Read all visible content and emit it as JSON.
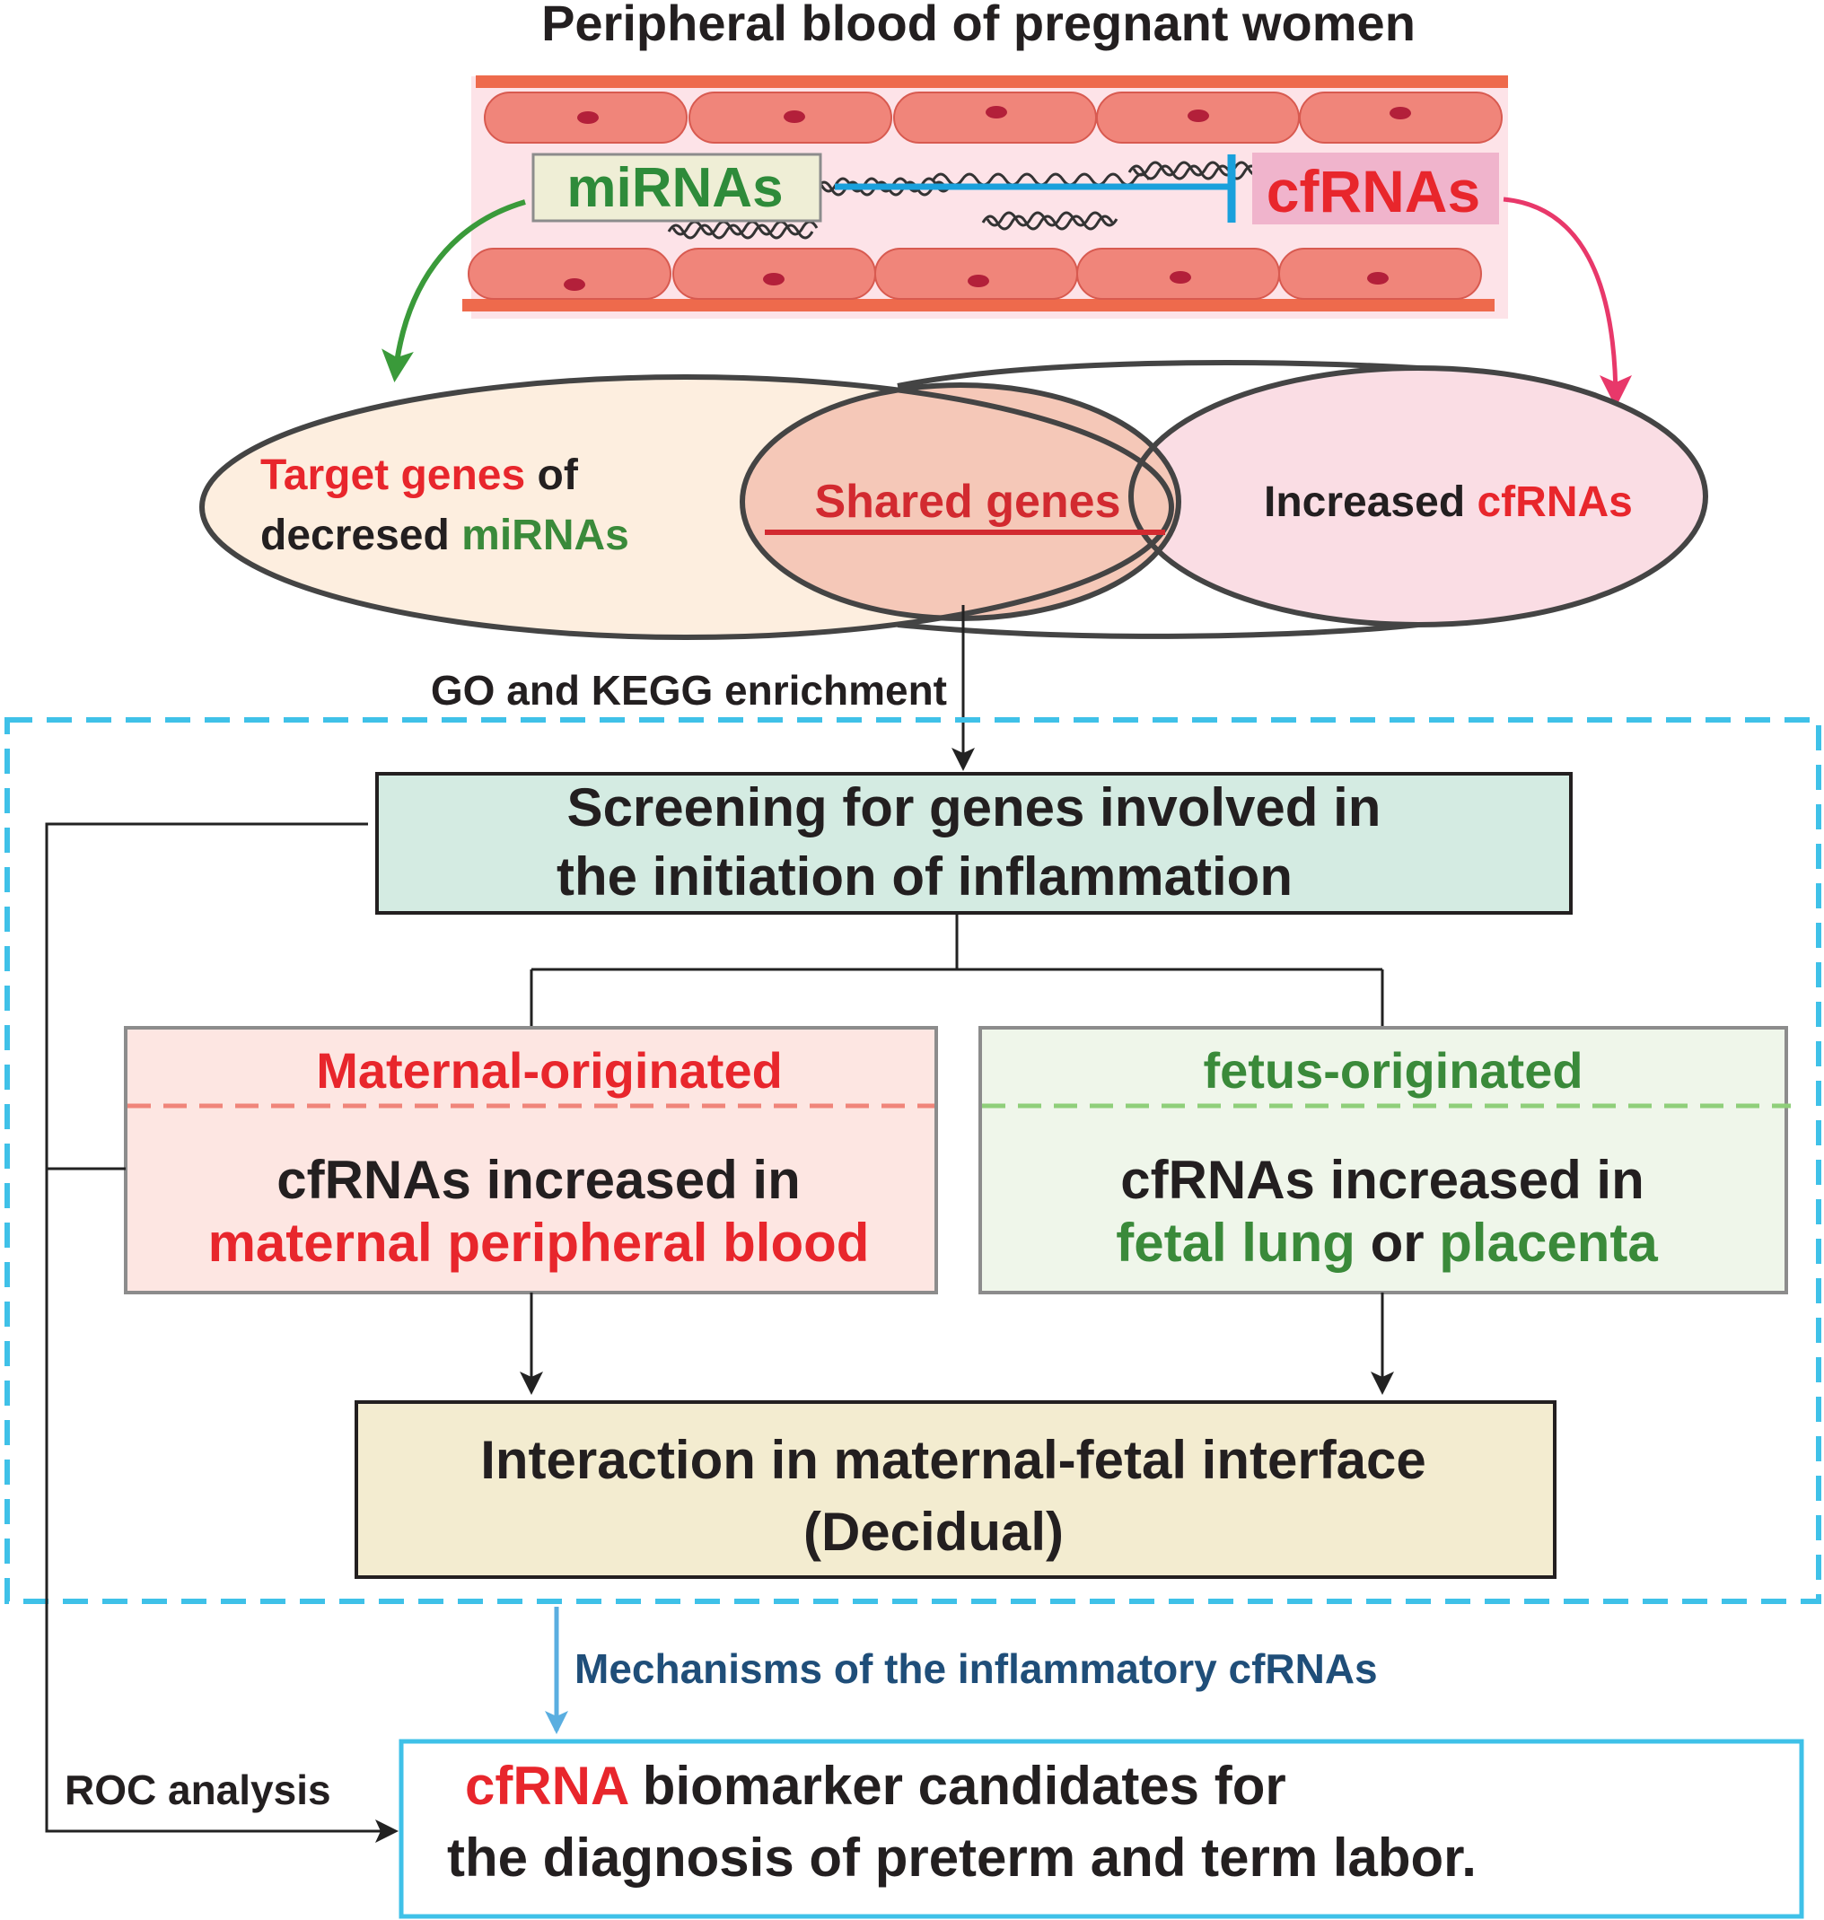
{
  "title": "Peripheral blood of pregnant women",
  "vessel": {
    "mirna_label": "miRNAs",
    "cfrna_label": "cfRNAs"
  },
  "venn": {
    "left": {
      "part1": "Target genes",
      "part2": " of",
      "part3": "decresed ",
      "part4": "miRNAs"
    },
    "center": "Shared genes",
    "right": {
      "part1": "Increased ",
      "part2": "cfRNAs"
    }
  },
  "edge_go_kegg": "GO and KEGG enrichment",
  "screening": {
    "line1": "Screening for genes involved in",
    "line2": "the initiation of inflammation"
  },
  "maternal": {
    "header": "Maternal-originated",
    "line1": "cfRNAs increased in",
    "line2": "maternal peripheral blood"
  },
  "fetal": {
    "header": "fetus-originated",
    "line1": "cfRNAs increased in",
    "line2a": "fetal lung",
    "line2b": " or ",
    "line2c": "placenta"
  },
  "interaction": {
    "line1": "Interaction in maternal-fetal interface",
    "line2": "(Decidual)"
  },
  "edge_mechanisms": "Mechanisms of the inflammatory cfRNAs",
  "edge_roc": "ROC analysis",
  "biomarker": {
    "line1a": "cfRNA",
    "line1b": " biomarker candidates for",
    "line2": "the diagnosis of preterm and term labor."
  },
  "colors": {
    "red": "#e8262c",
    "green": "#3a8a3a",
    "cyan_dash": "#3fc1e8",
    "navy": "#1f4e79"
  }
}
